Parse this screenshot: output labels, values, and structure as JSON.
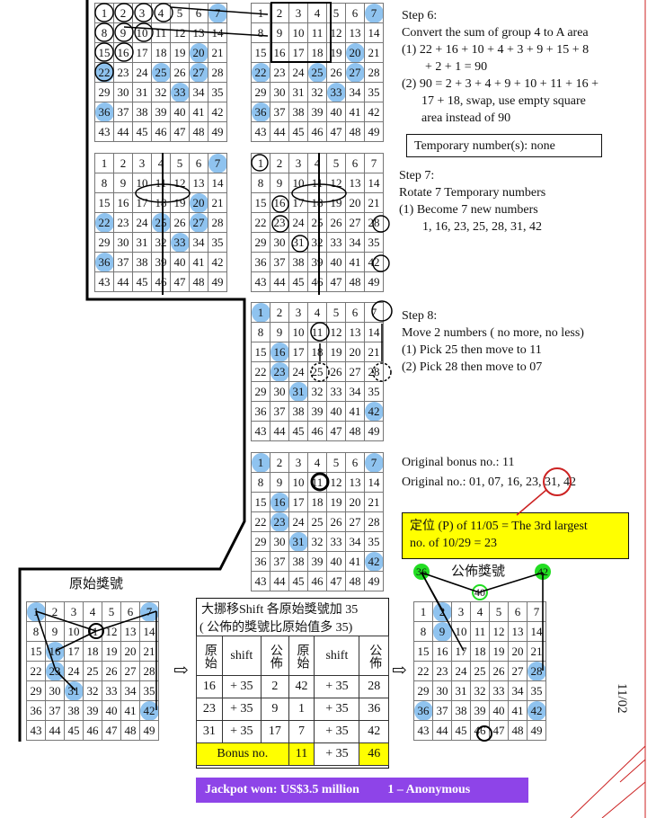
{
  "step6": {
    "title": "Step 6:",
    "line1": "Convert the sum of group 4 to A area",
    "item1a": "(1) 22 + 16 + 10 + 4 + 3 + 9 + 15 + 8",
    "item1b": "+ 2 + 1 = 90",
    "item2a": "(2) 90 = 2 + 3 + 4 + 9 + 10 + 11 + 16 +",
    "item2b": "17 + 18,  swap, use empty square",
    "item2c": "area instead of 90",
    "temp": "Temporary number(s):  none"
  },
  "step7": {
    "title": "Step 7:",
    "line1": "Rotate 7 Temporary numbers",
    "item1": "(1) Become 7 new numbers",
    "item1b": "1, 16, 23, 25, 28, 31, 42"
  },
  "step8": {
    "title": "Step 8:",
    "line1": "Move 2 numbers ( no more, no less)",
    "item1": "(1)  Pick 25 then move to 11",
    "item2": "(2)  Pick 28 then move to 07"
  },
  "original": {
    "bonus": "Original bonus no.:  11",
    "nos": "Original no.:  01, 07, 16, 23, 31, 42"
  },
  "position_note": {
    "line1": "定位 (P) of 11/05 = The 3rd largest",
    "line2": "no. of 10/29 = 23"
  },
  "label_original": "原始獎號",
  "label_published": "公佈獎號",
  "published_balls": [
    "36",
    "40",
    "42"
  ],
  "shift_table": {
    "title1": "大挪移Shift 各原始獎號加 35",
    "title2": "( 公佈的獎號比原始值多 35)",
    "headers": [
      "原始",
      "shift",
      "公佈",
      "原始",
      "shift",
      "公佈"
    ],
    "rows": [
      [
        "16",
        "+ 35",
        "2",
        "42",
        "+ 35",
        "28"
      ],
      [
        "23",
        "+ 35",
        "9",
        "1",
        "+ 35",
        "36"
      ],
      [
        "31",
        "+ 35",
        "17",
        "7",
        "+ 35",
        "42"
      ]
    ],
    "bonus_label": "Bonus no.",
    "bonus_orig": "11",
    "bonus_shift": "+ 35",
    "bonus_pub": "46"
  },
  "jackpot": "Jackpot won: US$3.5 million",
  "winner": "1 – Anonymous",
  "side_date": "11/02",
  "colors": {
    "blue_ball": "#8fc3ef",
    "yellow": "#ffff00",
    "purple": "#8e44e8",
    "red": "#cc2222",
    "green_ball": "#22dd22"
  }
}
